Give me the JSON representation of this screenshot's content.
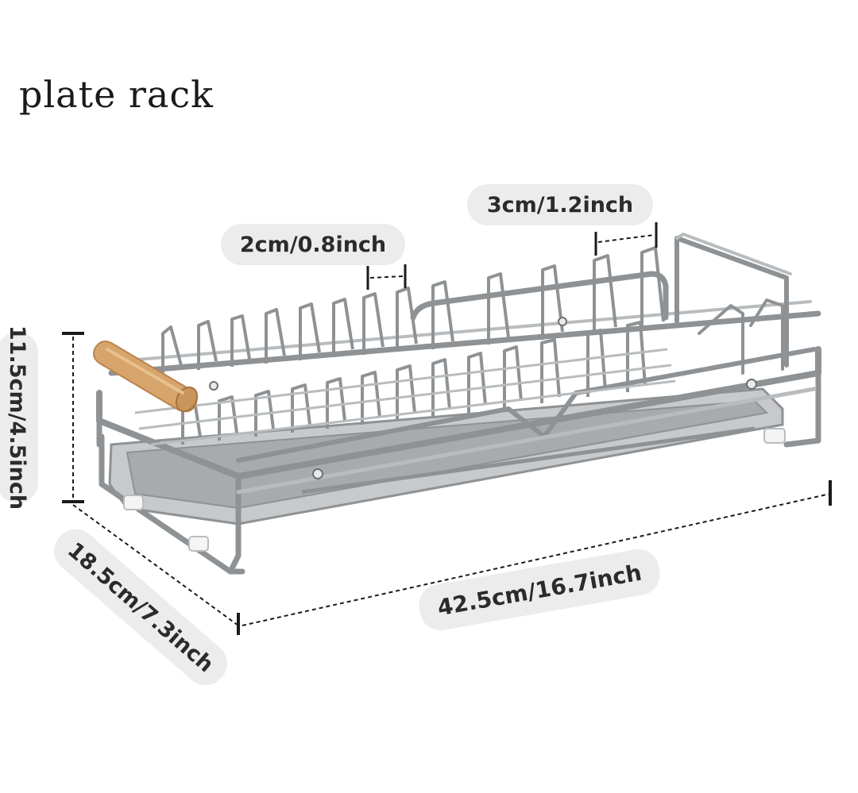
{
  "title": "plate rack",
  "dimensions": {
    "slot_gap_small": "2cm/0.8inch",
    "slot_gap_large": "3cm/1.2inch",
    "height": "11.5cm/4.5inch",
    "depth": "18.5cm/7.3inch",
    "length": "42.5cm/16.7inch"
  },
  "colors": {
    "frame": "#8f9294",
    "frame_light": "#b9bcbe",
    "tray": "#a8abad",
    "wood_handle": "#d7a46c",
    "label_bg": "#ececec",
    "dimension_line": "#1a1a1a"
  }
}
